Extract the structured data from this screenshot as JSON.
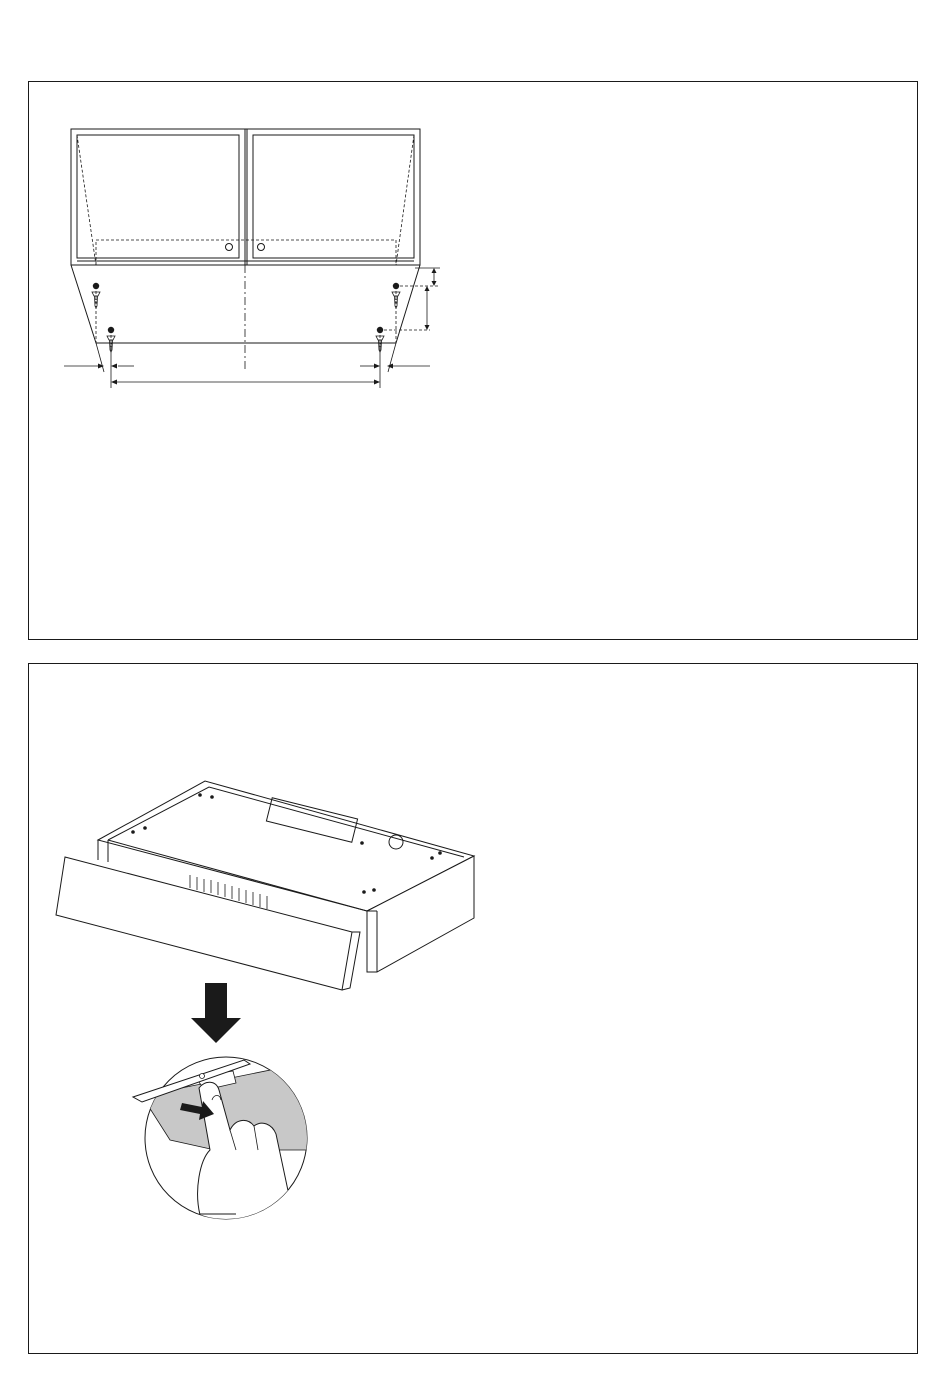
{
  "figures": [
    {
      "id": "mounting-diagram",
      "icons": [
        "cabinet",
        "hood-outline",
        "screw",
        "dimension-arrow",
        "centre-line"
      ]
    },
    {
      "id": "filter-removal",
      "icons": [
        "cooker-hood",
        "front-panel",
        "down-arrow",
        "hand",
        "pull-arrow",
        "grease-filter"
      ]
    }
  ],
  "colors": {
    "line": "#1a1a1a",
    "filter_grey": "#c8c8c8",
    "panel_bg": "#ffffff"
  }
}
